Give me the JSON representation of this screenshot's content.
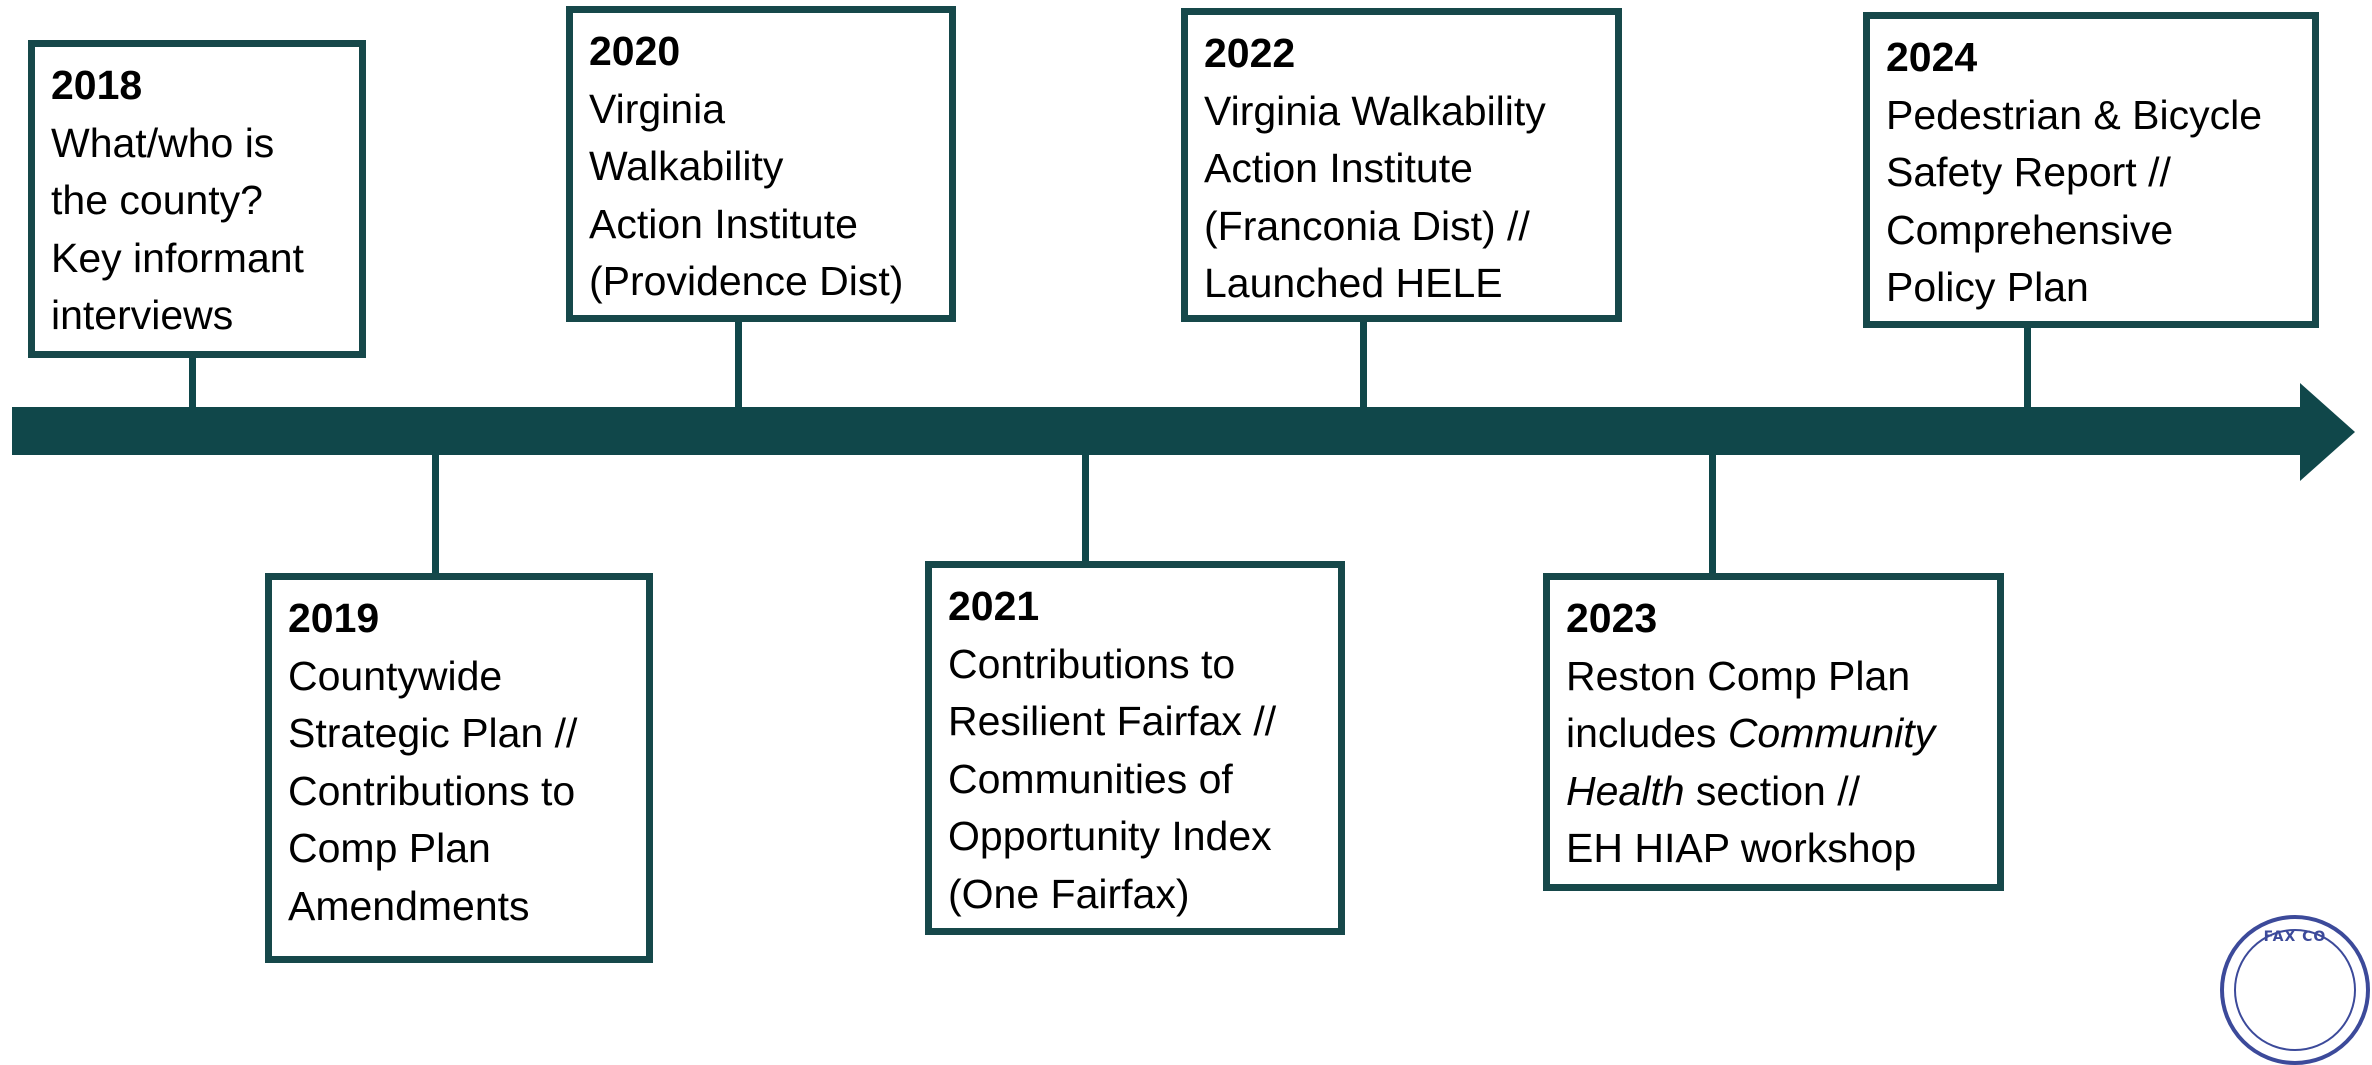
{
  "timeline": {
    "color": "#10474A",
    "events": [
      {
        "year": "2018",
        "lines": [
          "What/who is",
          "the county?",
          "Key informant",
          "interviews"
        ]
      },
      {
        "year": "2019",
        "lines": [
          "Countywide",
          "Strategic Plan //",
          "Contributions to",
          "Comp Plan",
          "Amendments"
        ]
      },
      {
        "year": "2020",
        "lines": [
          "Virginia",
          "Walkability",
          "Action Institute",
          "(Providence Dist)"
        ]
      },
      {
        "year": "2021",
        "lines": [
          "Contributions to",
          "Resilient Fairfax //",
          "Communities of",
          "Opportunity Index",
          "(One Fairfax)"
        ]
      },
      {
        "year": "2022",
        "lines": [
          "Virginia Walkability",
          "Action Institute",
          "(Franconia Dist) //",
          "Launched HELE"
        ]
      },
      {
        "year": "2023",
        "lines": [
          "Reston Comp Plan",
          "includes ",
          "Community",
          "Health",
          " section //",
          "EH HIAP workshop"
        ]
      },
      {
        "year": "2024",
        "lines": [
          "Pedestrian & Bicycle",
          "Safety Report //",
          "Comprehensive",
          "Policy Plan"
        ]
      }
    ]
  },
  "seal": {
    "text": "FAX CO",
    "color": "#3C4A9A"
  }
}
